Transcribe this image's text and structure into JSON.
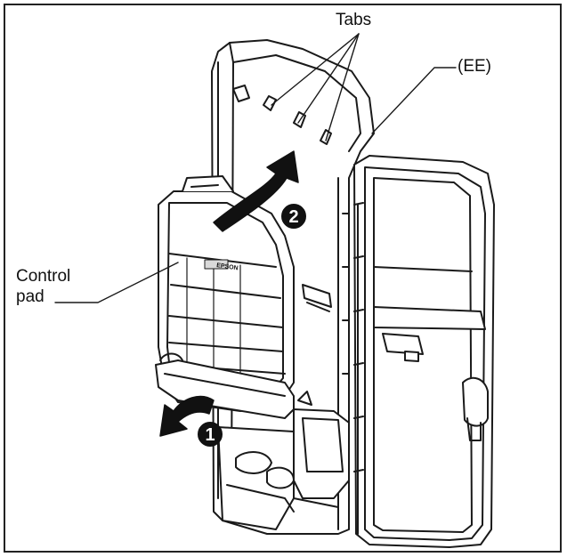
{
  "labels": {
    "tabs": "Tabs",
    "ee": "(EE)",
    "control_line1": "Control",
    "control_line2": "pad",
    "brand": "EPSON"
  },
  "steps": [
    {
      "number": "1"
    },
    {
      "number": "2"
    }
  ],
  "colors": {
    "stroke": "#1a1a1a",
    "fill": "#ffffff",
    "shade": "#d9d9d9",
    "step_circle": "#111111"
  }
}
